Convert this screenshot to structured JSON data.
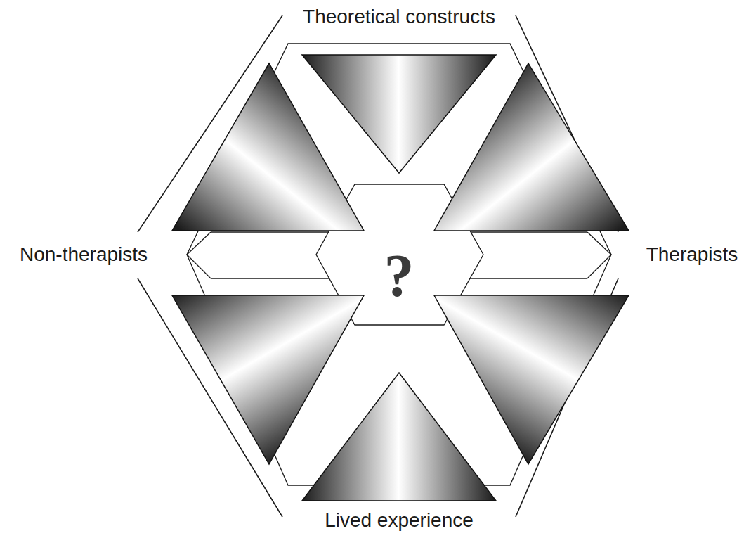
{
  "diagram": {
    "nodes": [
      {
        "text": [
          "?"
        ]
      }
    ],
    "labels": [
      "Theoretical constructs",
      "Therapists",
      "Lived experience",
      "Non-therapists"
    ]
  }
}
